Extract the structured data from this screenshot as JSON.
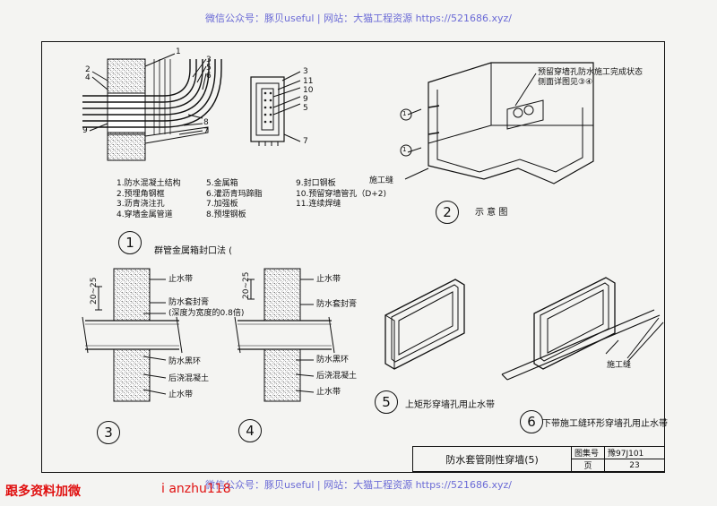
{
  "watermark_top": "微信公众号：豚贝useful | 网站：大猫工程资源 https://521686.xyz/",
  "watermark_bottom": "微信公众号：豚贝useful | 网站：大猫工程资源 https://521686.xyz/",
  "fig1": {
    "number": "1",
    "caption": "群管金属箱封口法 (",
    "callouts": [
      "1",
      "2",
      "3",
      "4",
      "5",
      "6",
      "7",
      "8",
      "9"
    ],
    "side_callouts": [
      "3",
      "11",
      "10",
      "9",
      "5",
      "7"
    ],
    "legend": [
      [
        "1.防水混凝土结构",
        "5.金属箱",
        "9.封口钢板"
      ],
      [
        "2.预埋角钢框",
        "6.灌沥青玛蹄脂",
        "10.预留穿墙管孔（D+2)"
      ],
      [
        "3.沥青浇注孔",
        "7.加强板",
        "11.连续焊缝"
      ],
      [
        "4.穿墙金属管道",
        "8.预埋钢板",
        ""
      ]
    ]
  },
  "fig2": {
    "number": "2",
    "caption": "示 意 图",
    "note": "预留穿墙孔防水施工完成状态",
    "note2": "侧面详图见③④",
    "label_joint": "施工缝",
    "mark": "1"
  },
  "fig3": {
    "number": "3",
    "dim": "20~25",
    "labels": [
      "止水带",
      "防水套封膏",
      "(深度为宽度的0.8倍)",
      "防水黑环",
      "后浇混凝土",
      "止水带"
    ]
  },
  "fig4": {
    "number": "4",
    "dim": "20~25",
    "labels": [
      "止水带",
      "防水套封膏",
      "防水黑环",
      "后浇混凝土",
      "止水带"
    ]
  },
  "fig5": {
    "number": "5",
    "caption": "上矩形穿墙孔用止水带"
  },
  "fig6": {
    "number": "6",
    "caption": "下带施工缝环形穿墙孔用止水带",
    "label_joint": "施工缝"
  },
  "title_block": {
    "title": "防水套管刚性穿墙(5)",
    "atlas_label": "图集号",
    "atlas_no": "豫97J101",
    "page_label": "页",
    "page_no": "23"
  },
  "footer_red_left": "跟多资料加微",
  "footer_red_right": "i anzhu118"
}
